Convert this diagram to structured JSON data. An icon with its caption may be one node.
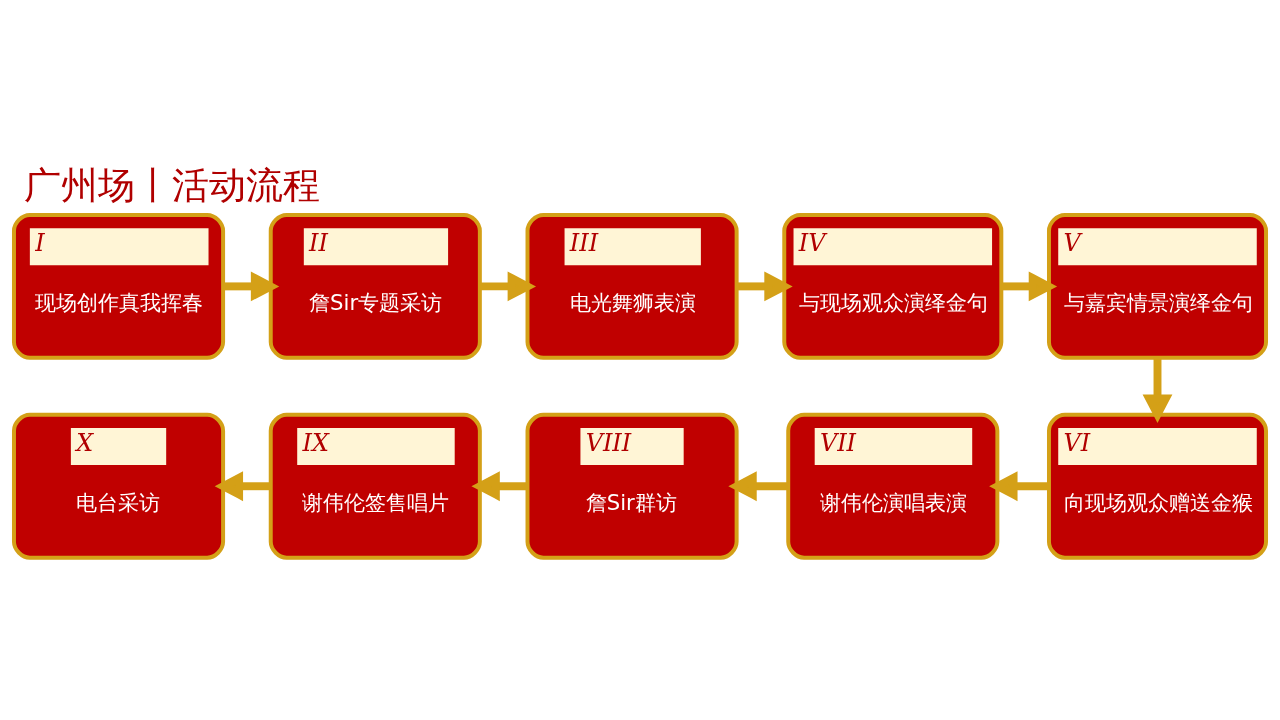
{
  "diagram": {
    "title": "广州场丨活动流程",
    "nodes": [
      {
        "text": [
          "I",
          "现场创作真我挥春"
        ]
      },
      {
        "text": [
          "II",
          "詹Sir专题采访"
        ]
      },
      {
        "text": [
          "III",
          "电光舞狮表演"
        ]
      },
      {
        "text": [
          "IV",
          "与现场观众演绎金句"
        ]
      },
      {
        "text": [
          "V",
          "与嘉宾情景演绎金句"
        ]
      },
      {
        "text": [
          "VI",
          "向现场观众赠送金猴"
        ]
      },
      {
        "text": [
          "VII",
          "谢伟伦演唱表演"
        ]
      },
      {
        "text": [
          "VIII",
          "詹Sir群访"
        ]
      },
      {
        "text": [
          "IX",
          "谢伟伦签售唱片"
        ]
      },
      {
        "text": [
          "X",
          "电台采访"
        ]
      }
    ],
    "edges": [
      {
        "from": 0,
        "to": 1,
        "arrow": "to"
      },
      {
        "from": 1,
        "to": 2,
        "arrow": "to"
      },
      {
        "from": 2,
        "to": 3,
        "arrow": "to"
      },
      {
        "from": 3,
        "to": 4,
        "arrow": "to"
      },
      {
        "from": 4,
        "to": 5,
        "arrow": "to"
      },
      {
        "from": 5,
        "to": 6,
        "arrow": "to"
      },
      {
        "from": 6,
        "to": 7,
        "arrow": "to"
      },
      {
        "from": 7,
        "to": 8,
        "arrow": "to"
      },
      {
        "from": 8,
        "to": 9,
        "arrow": "to"
      }
    ]
  }
}
